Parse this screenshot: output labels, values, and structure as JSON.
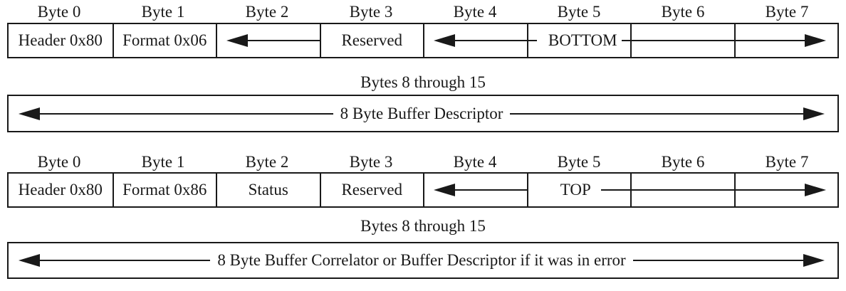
{
  "page": {
    "background_color": "#ffffff",
    "ink_color": "#191919"
  },
  "icons": {
    "left_arrow": "left-pointing solid triangle arrow",
    "right_arrow": "right-pointing solid triangle arrow"
  },
  "frames": [
    {
      "byte_labels": [
        "Byte 0",
        "Byte 1",
        "Byte 2",
        "Byte 3",
        "Byte 4",
        "Byte 5",
        "Byte 6",
        "Byte 7"
      ],
      "cells": {
        "c0": "Header 0x80",
        "c1": "Format 0x06",
        "c3": "Reserved",
        "c5": "BOTTOM"
      },
      "bytes_span_label": "Bytes 8 through 15",
      "span_text": "8 Byte Buffer Descriptor"
    },
    {
      "byte_labels": [
        "Byte 0",
        "Byte 1",
        "Byte 2",
        "Byte 3",
        "Byte 4",
        "Byte 5",
        "Byte 6",
        "Byte 7"
      ],
      "cells": {
        "c0": "Header 0x80",
        "c1": "Format 0x86",
        "c2": "Status",
        "c3": "Reserved",
        "c5": "TOP"
      },
      "bytes_span_label": "Bytes 8 through 15",
      "span_text": "8 Byte Buffer Correlator or Buffer Descriptor if it was in error"
    }
  ]
}
